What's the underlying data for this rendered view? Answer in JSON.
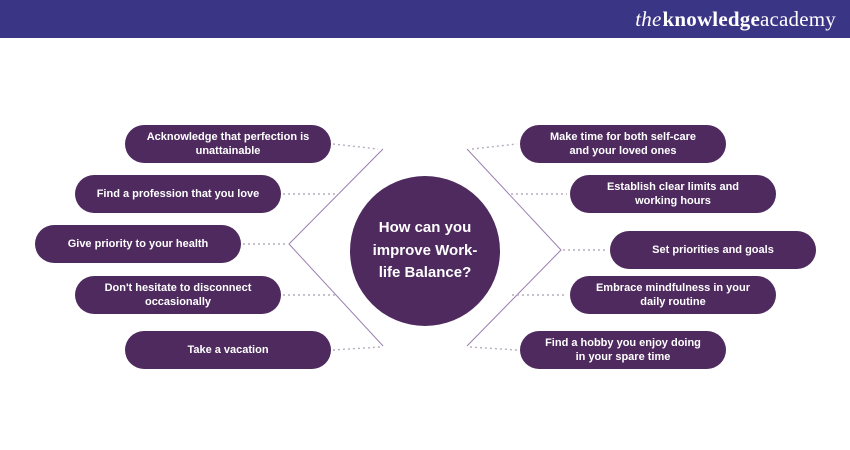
{
  "header": {
    "logo_the": "the",
    "logo_knowledge": "knowledge",
    "logo_academy": "academy"
  },
  "center": {
    "text": "How can you improve Work-life Balance?"
  },
  "left_items": [
    {
      "label": "Acknowledge that perfection is unattainable"
    },
    {
      "label": "Find a profession that you love"
    },
    {
      "label": "Give priority to your health"
    },
    {
      "label": "Don't hesitate to disconnect occasionally"
    },
    {
      "label": "Take a vacation"
    }
  ],
  "right_items": [
    {
      "label": "Make time for both self-care and your loved ones"
    },
    {
      "label": "Establish clear limits and working hours"
    },
    {
      "label": "Set priorities and goals"
    },
    {
      "label": "Embrace mindfulness in your daily routine"
    },
    {
      "label": "Find a hobby you enjoy doing in your spare time"
    }
  ],
  "colors": {
    "header_bg": "#3b3586",
    "bubble_bg": "#4e2a5e",
    "solid_line": "#9b7fb0",
    "dotted_line": "#b5aebc",
    "text": "#ffffff"
  }
}
